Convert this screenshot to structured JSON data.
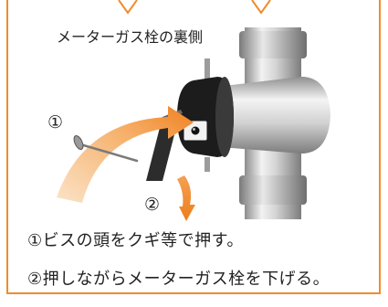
{
  "diagram": {
    "title": "メーターガス栓の裏側",
    "marker_1": "①",
    "marker_2": "②"
  },
  "captions": [
    "①ビスの頭をクギ等で押す。",
    "②押しながらメーターガス栓を下げる。"
  ],
  "colors": {
    "frame": "#f08c2c",
    "arrow_orange": "#f18d2a",
    "pipe_silver": "#c8c8c8",
    "collar_black": "#1c1c1c"
  },
  "icons": [
    "nail-icon",
    "arrow-curved-icon",
    "arrow-down-icon"
  ]
}
